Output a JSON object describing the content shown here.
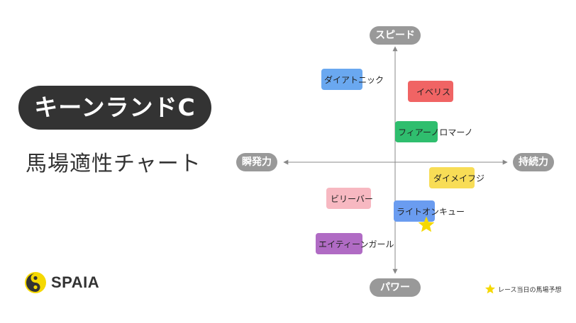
{
  "title": "キーンランドC",
  "subtitle": "馬場適性チャート",
  "brand": "SPAIA",
  "axes": {
    "top": "スピード",
    "bottom": "パワー",
    "left": "瞬発力",
    "right": "持続力"
  },
  "horses": [
    {
      "name": "ダイアトニック",
      "color": "#6aa8f0"
    },
    {
      "name": "イベリス",
      "color": "#f06464"
    },
    {
      "name": "フィアーノロマーノ",
      "color": "#2fbe6e"
    },
    {
      "name": "ダイメイフジ",
      "color": "#f8dd56"
    },
    {
      "name": "ビリーバー",
      "color": "#f7b8c1"
    },
    {
      "name": "ライトオンキュー",
      "color": "#6a9cf0"
    },
    {
      "name": "エイティーンガール",
      "color": "#b06bc4"
    }
  ],
  "prediction": {
    "marker": "star-icon",
    "color": "#f5d800"
  },
  "legend": {
    "text": "レース当日の馬場予想"
  }
}
